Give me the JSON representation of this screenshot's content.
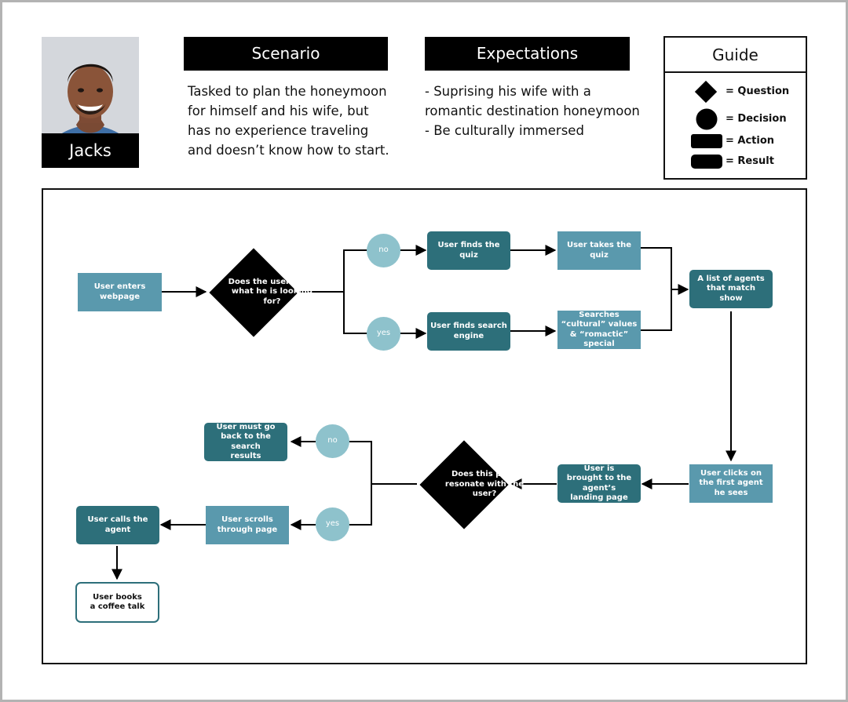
{
  "persona": {
    "name": "Jacks"
  },
  "scenario": {
    "title": "Scenario",
    "lines": [
      "Tasked to plan the honeymoon",
      "for himself and his wife, but",
      "has no experience traveling",
      "and doesn’t know how to start."
    ]
  },
  "expectations": {
    "title": "Expectations",
    "lines": [
      "- Suprising his wife with a",
      "romantic destination honeymoon",
      "- Be culturally immersed"
    ]
  },
  "guide": {
    "title": "Guide",
    "items": [
      "= Question",
      "= Decision",
      "= Action",
      "= Result"
    ]
  },
  "colors": {
    "light": "#5a99ad",
    "dark": "#2d6f7a",
    "circle": "#8ec2cc"
  },
  "flow": {
    "enter": "User enters webpage",
    "q1": "Does the user know what he is looking for?",
    "no1": "no",
    "yes1": "yes",
    "finds_quiz": "User finds the quiz",
    "takes_quiz": "User takes the quiz",
    "finds_search": "User finds search engine",
    "searches": "Searches “cultural” values & “romactic” special",
    "agents_list": "A list of agents that match show",
    "clicks_agent": "User clicks on the first agent he sees",
    "landing": "User is brought to the agent’s landing page",
    "q2": "Does this page resonate with the user?",
    "no2": "no",
    "yes2": "yes",
    "go_back": "User must go back to the search results",
    "scrolls": "User scrolls through page",
    "calls": "User calls the agent",
    "books": "User books a coffee talk"
  }
}
